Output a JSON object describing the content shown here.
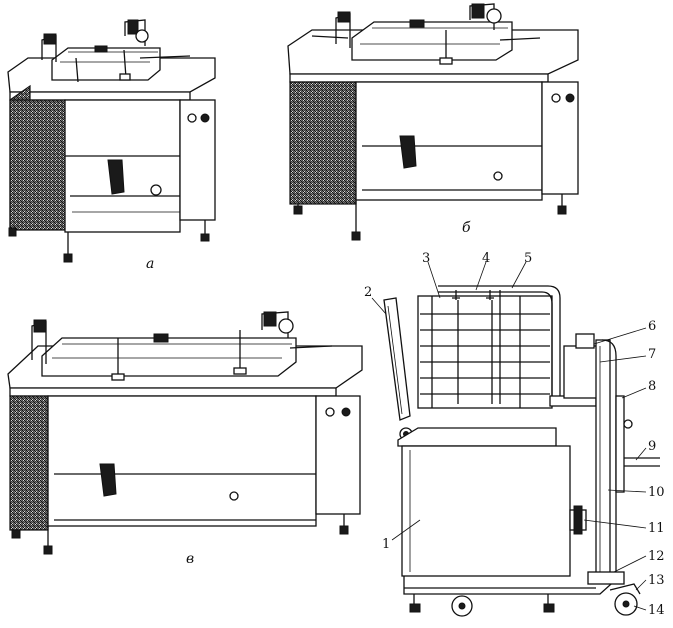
{
  "captions": {
    "a": "а",
    "b": "б",
    "v": "в"
  },
  "callouts": [
    "1",
    "2",
    "3",
    "4",
    "5",
    "6",
    "7",
    "8",
    "9",
    "10",
    "11",
    "12",
    "13",
    "14"
  ]
}
